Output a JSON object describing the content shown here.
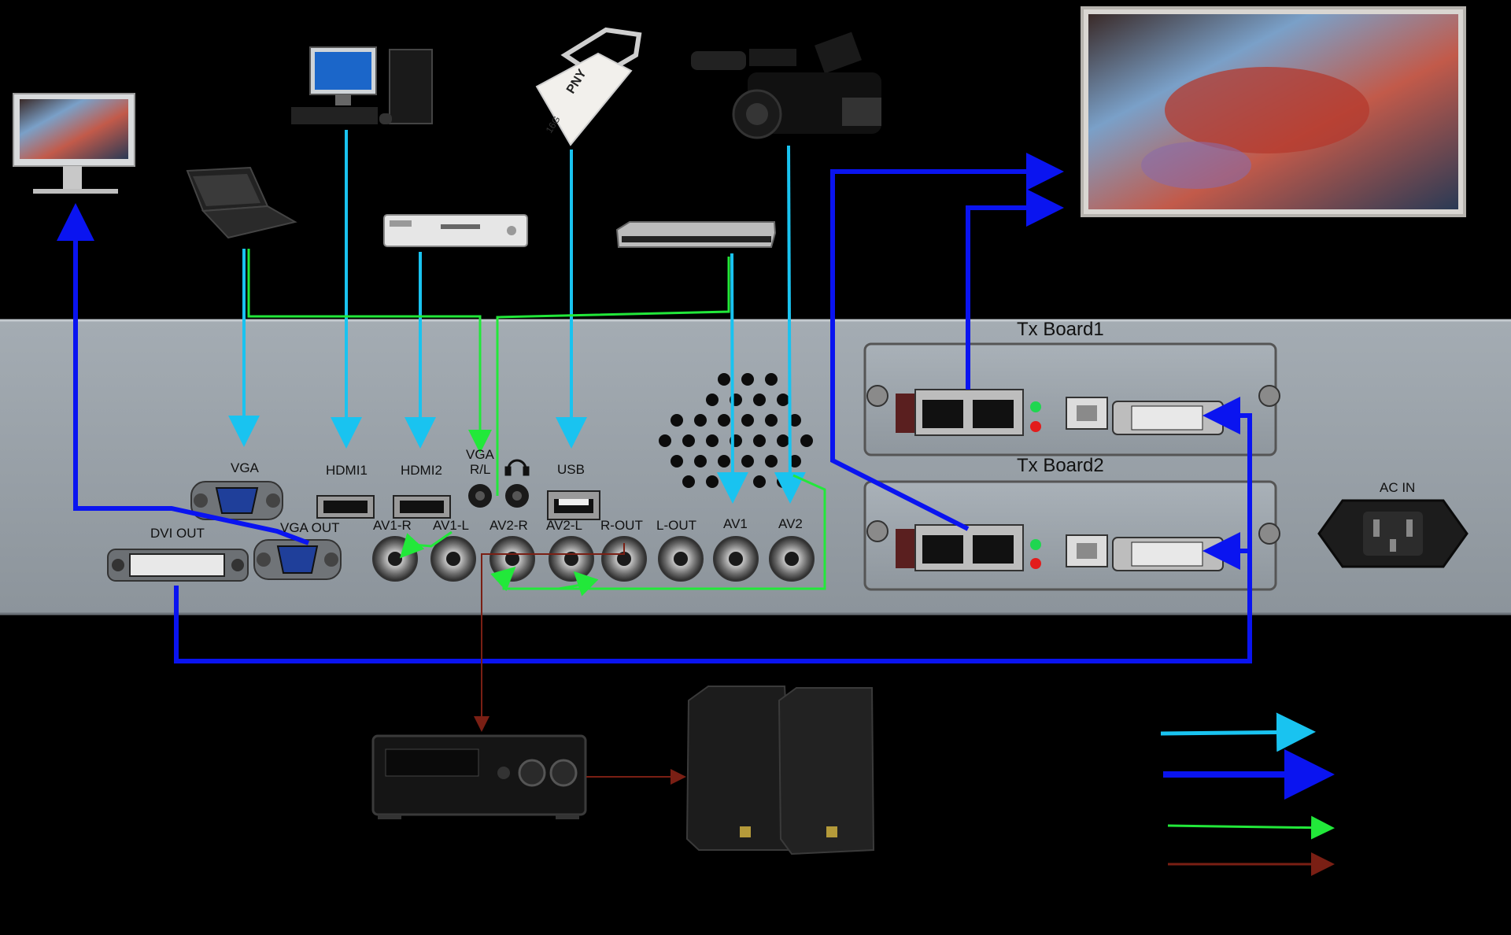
{
  "ports": {
    "vga": "VGA",
    "hdmi1": "HDMI1",
    "hdmi2": "HDMI2",
    "vga_rl_1": "VGA",
    "vga_rl_2": "R/L",
    "usb": "USB",
    "dvi_out": "DVI OUT",
    "vga_out": "VGA OUT",
    "av1_r": "AV1-R",
    "av1_l": "AV1-L",
    "av2_r": "AV2-R",
    "av2_l": "AV2-L",
    "r_out": "R-OUT",
    "l_out": "L-OUT",
    "av1": "AV1",
    "av2": "AV2",
    "ac_in": "AC IN"
  },
  "boards": {
    "board1": "Tx Board1",
    "board2": "Tx Board2"
  },
  "devices": {
    "usb_brand": "PNY",
    "usb_capacity": "16G"
  },
  "colors": {
    "video_signal": "#19c3f0",
    "dvi_signal": "#0a14f0",
    "av_signal": "#22e83a",
    "audio_signal": "#7a1f14",
    "panel": "#9aa2a9"
  },
  "icons": [
    "monitor-icon",
    "desktop-pc-icon",
    "laptop-icon",
    "dvd-player-icon",
    "usb-drive-icon",
    "camcorder-icon",
    "blu-ray-player-icon",
    "led-screen-icon",
    "amplifier-icon",
    "speaker-icon"
  ]
}
